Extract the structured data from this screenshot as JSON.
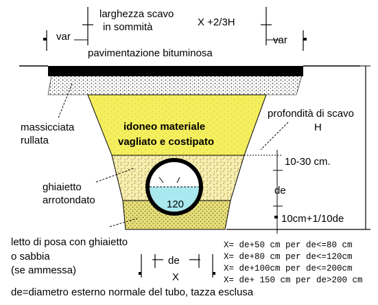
{
  "labels": {
    "top_width_line1": "larghezza scavo",
    "top_width_line2": "in sommità",
    "top_width_formula": "X +2/3H",
    "var_left": "var",
    "var_right": "var",
    "pavement": "pavimentazione bituminosa",
    "depth_line1": "profondità di scavo",
    "depth_line2": "H",
    "ballast_line1": "massicciata",
    "ballast_line2": "rullata",
    "fill_line1": "idoneo materiale",
    "fill_line2": "vagliato e costipato",
    "cover": "10-30 cm.",
    "gravel_line1": "ghiaietto",
    "gravel_line2": "arrotondato",
    "de": "de",
    "pipe_size": "120",
    "bedding_dim": "10cm+1/10de",
    "bed_line1": "letto di posa con ghiaietto",
    "bed_line2": "o sabbia",
    "bed_line3": "(se ammessa)",
    "bottom_de": "de",
    "bottom_x": "X",
    "footer": "de=diametro esterno normale del tubo, tazza esclusa"
  },
  "formulas": [
    "X= de+50 cm per de<=80 cm",
    "X= de+80 cm per de<=120cm",
    "X= de+100cm per de<=200cm",
    "X= de+ 150 cm per de>200 cm"
  ],
  "colors": {
    "pavement": "#000000",
    "yellow_fill": "#f4ef5c",
    "gravel_fill": "#f7eeb0",
    "bedding_fill": "#e6df7a",
    "pipe_water": "#a8e8ee",
    "ballast": "#ffffff"
  }
}
